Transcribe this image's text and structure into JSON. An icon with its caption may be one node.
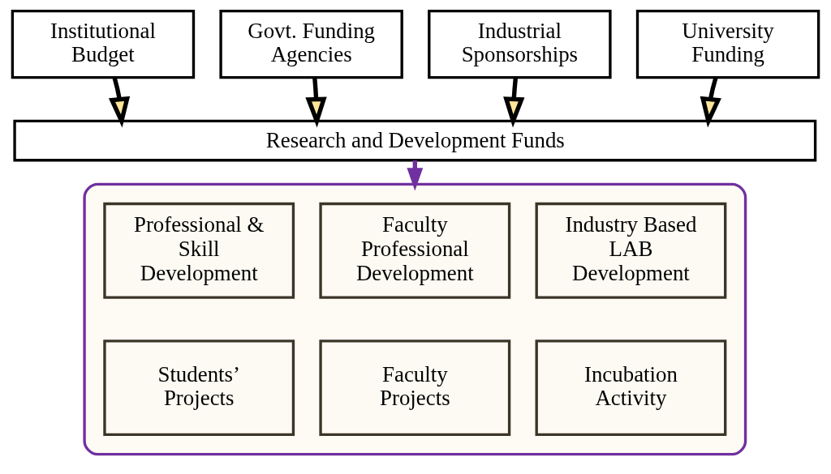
{
  "diagram": {
    "nodes": [
      {
        "text": [
          "Institutional Budget"
        ]
      },
      {
        "text": [
          "Govt. Funding Agencies"
        ]
      },
      {
        "text": [
          "Industrial Sponsorships"
        ]
      },
      {
        "text": [
          "University Funding"
        ]
      },
      {
        "text": [
          "Research and Development Funds"
        ]
      },
      {
        "text": [],
        "shape": "box"
      },
      {
        "text": [
          "Professional & Skill Development"
        ],
        "in": 5
      },
      {
        "text": [
          "Faculty Professional Development"
        ],
        "in": 5
      },
      {
        "text": [
          "Industry Based LAB Development"
        ],
        "in": 5
      },
      {
        "text": [
          "Students’ Projects"
        ],
        "in": 5
      },
      {
        "text": [
          "Faculty Projects"
        ],
        "in": 5
      },
      {
        "text": [
          "Incubation Activity"
        ],
        "in": 5
      }
    ],
    "edges": [
      {
        "from": 0,
        "to": 4,
        "arrow": "to"
      },
      {
        "from": 1,
        "to": 4,
        "arrow": "to"
      },
      {
        "from": 2,
        "to": 4,
        "arrow": "to"
      },
      {
        "from": 3,
        "to": 4,
        "arrow": "to"
      },
      {
        "from": 4,
        "to": 5,
        "arrow": "to",
        "color": "#7030a0"
      }
    ]
  }
}
